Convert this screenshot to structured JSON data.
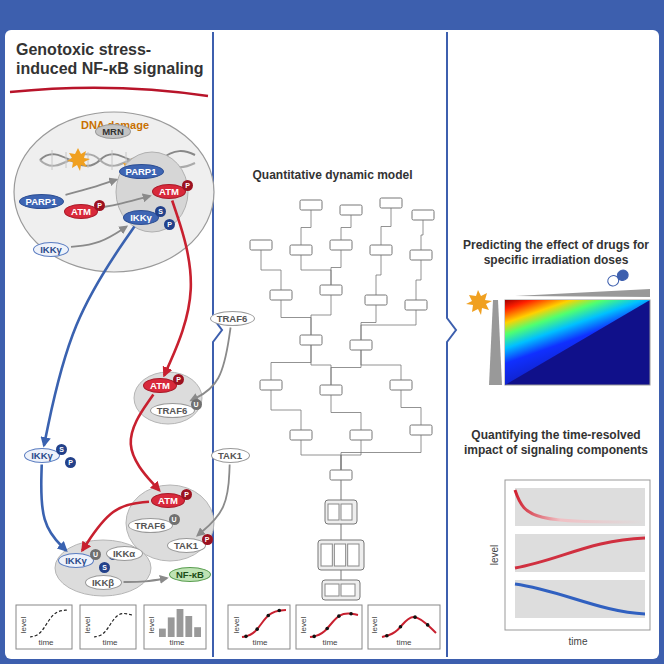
{
  "diagram": {
    "title": "Genotoxic stress-induced NF-κB signaling",
    "nodes": [
      {
        "text": [
          "DNA damage"
        ]
      },
      {
        "text": [
          "PARP1"
        ],
        "in": 0
      },
      {
        "text": [
          "ATM",
          "P"
        ],
        "in": 0
      },
      {
        "text": [
          "MRN"
        ],
        "in": 0
      },
      {
        "text": [
          "PARP1"
        ],
        "in": 0
      },
      {
        "text": [
          "ATM",
          "P"
        ],
        "in": 0
      },
      {
        "text": [
          "IKKγ",
          "S",
          "P"
        ],
        "in": 0
      },
      {
        "text": [
          "IKKγ"
        ],
        "in": 0
      },
      {
        "text": [
          "TRAF6"
        ]
      },
      {
        "text": [
          "ATM",
          "P"
        ]
      },
      {
        "text": [
          "TRAF6",
          "U"
        ]
      },
      {
        "text": [
          "TAK1"
        ]
      },
      {
        "text": [
          "ATM",
          "P"
        ]
      },
      {
        "text": [
          "TRAF6",
          "U"
        ]
      },
      {
        "text": [
          "TAK1",
          "P"
        ]
      },
      {
        "text": [
          "IKKγ",
          "S",
          "P"
        ]
      },
      {
        "text": [
          "IKKγ",
          "U",
          "S",
          "P"
        ]
      },
      {
        "text": [
          "IKKα"
        ]
      },
      {
        "text": [
          "IKKβ"
        ]
      },
      {
        "text": [
          "NF-κB"
        ]
      }
    ],
    "edges": [
      {
        "from": 1,
        "to": 4,
        "arrow": "to"
      },
      {
        "from": 2,
        "to": 5,
        "arrow": "to"
      },
      {
        "from": 7,
        "to": 6,
        "arrow": "to"
      },
      {
        "from": 6,
        "to": 15,
        "arrow": "to"
      },
      {
        "from": 15,
        "to": 16,
        "arrow": "to"
      },
      {
        "from": 5,
        "to": 9,
        "arrow": "to"
      },
      {
        "from": 8,
        "to": 10,
        "arrow": "to"
      },
      {
        "from": 9,
        "to": 12,
        "arrow": "to"
      },
      {
        "from": 11,
        "to": 14,
        "arrow": "to"
      },
      {
        "from": 12,
        "to": 16,
        "arrow": "to"
      },
      {
        "from": 18,
        "to": 19,
        "arrow": "to"
      }
    ],
    "labels": [
      "Quantitative dynamic model",
      "Predicting the effect of drugs for specific irradiation doses",
      "Quantifying the time-resolved impact of signaling components",
      "level",
      "time",
      "level",
      "time",
      "level",
      "time",
      "level",
      "time",
      "level",
      "time",
      "level",
      "time",
      "level",
      "time"
    ]
  }
}
